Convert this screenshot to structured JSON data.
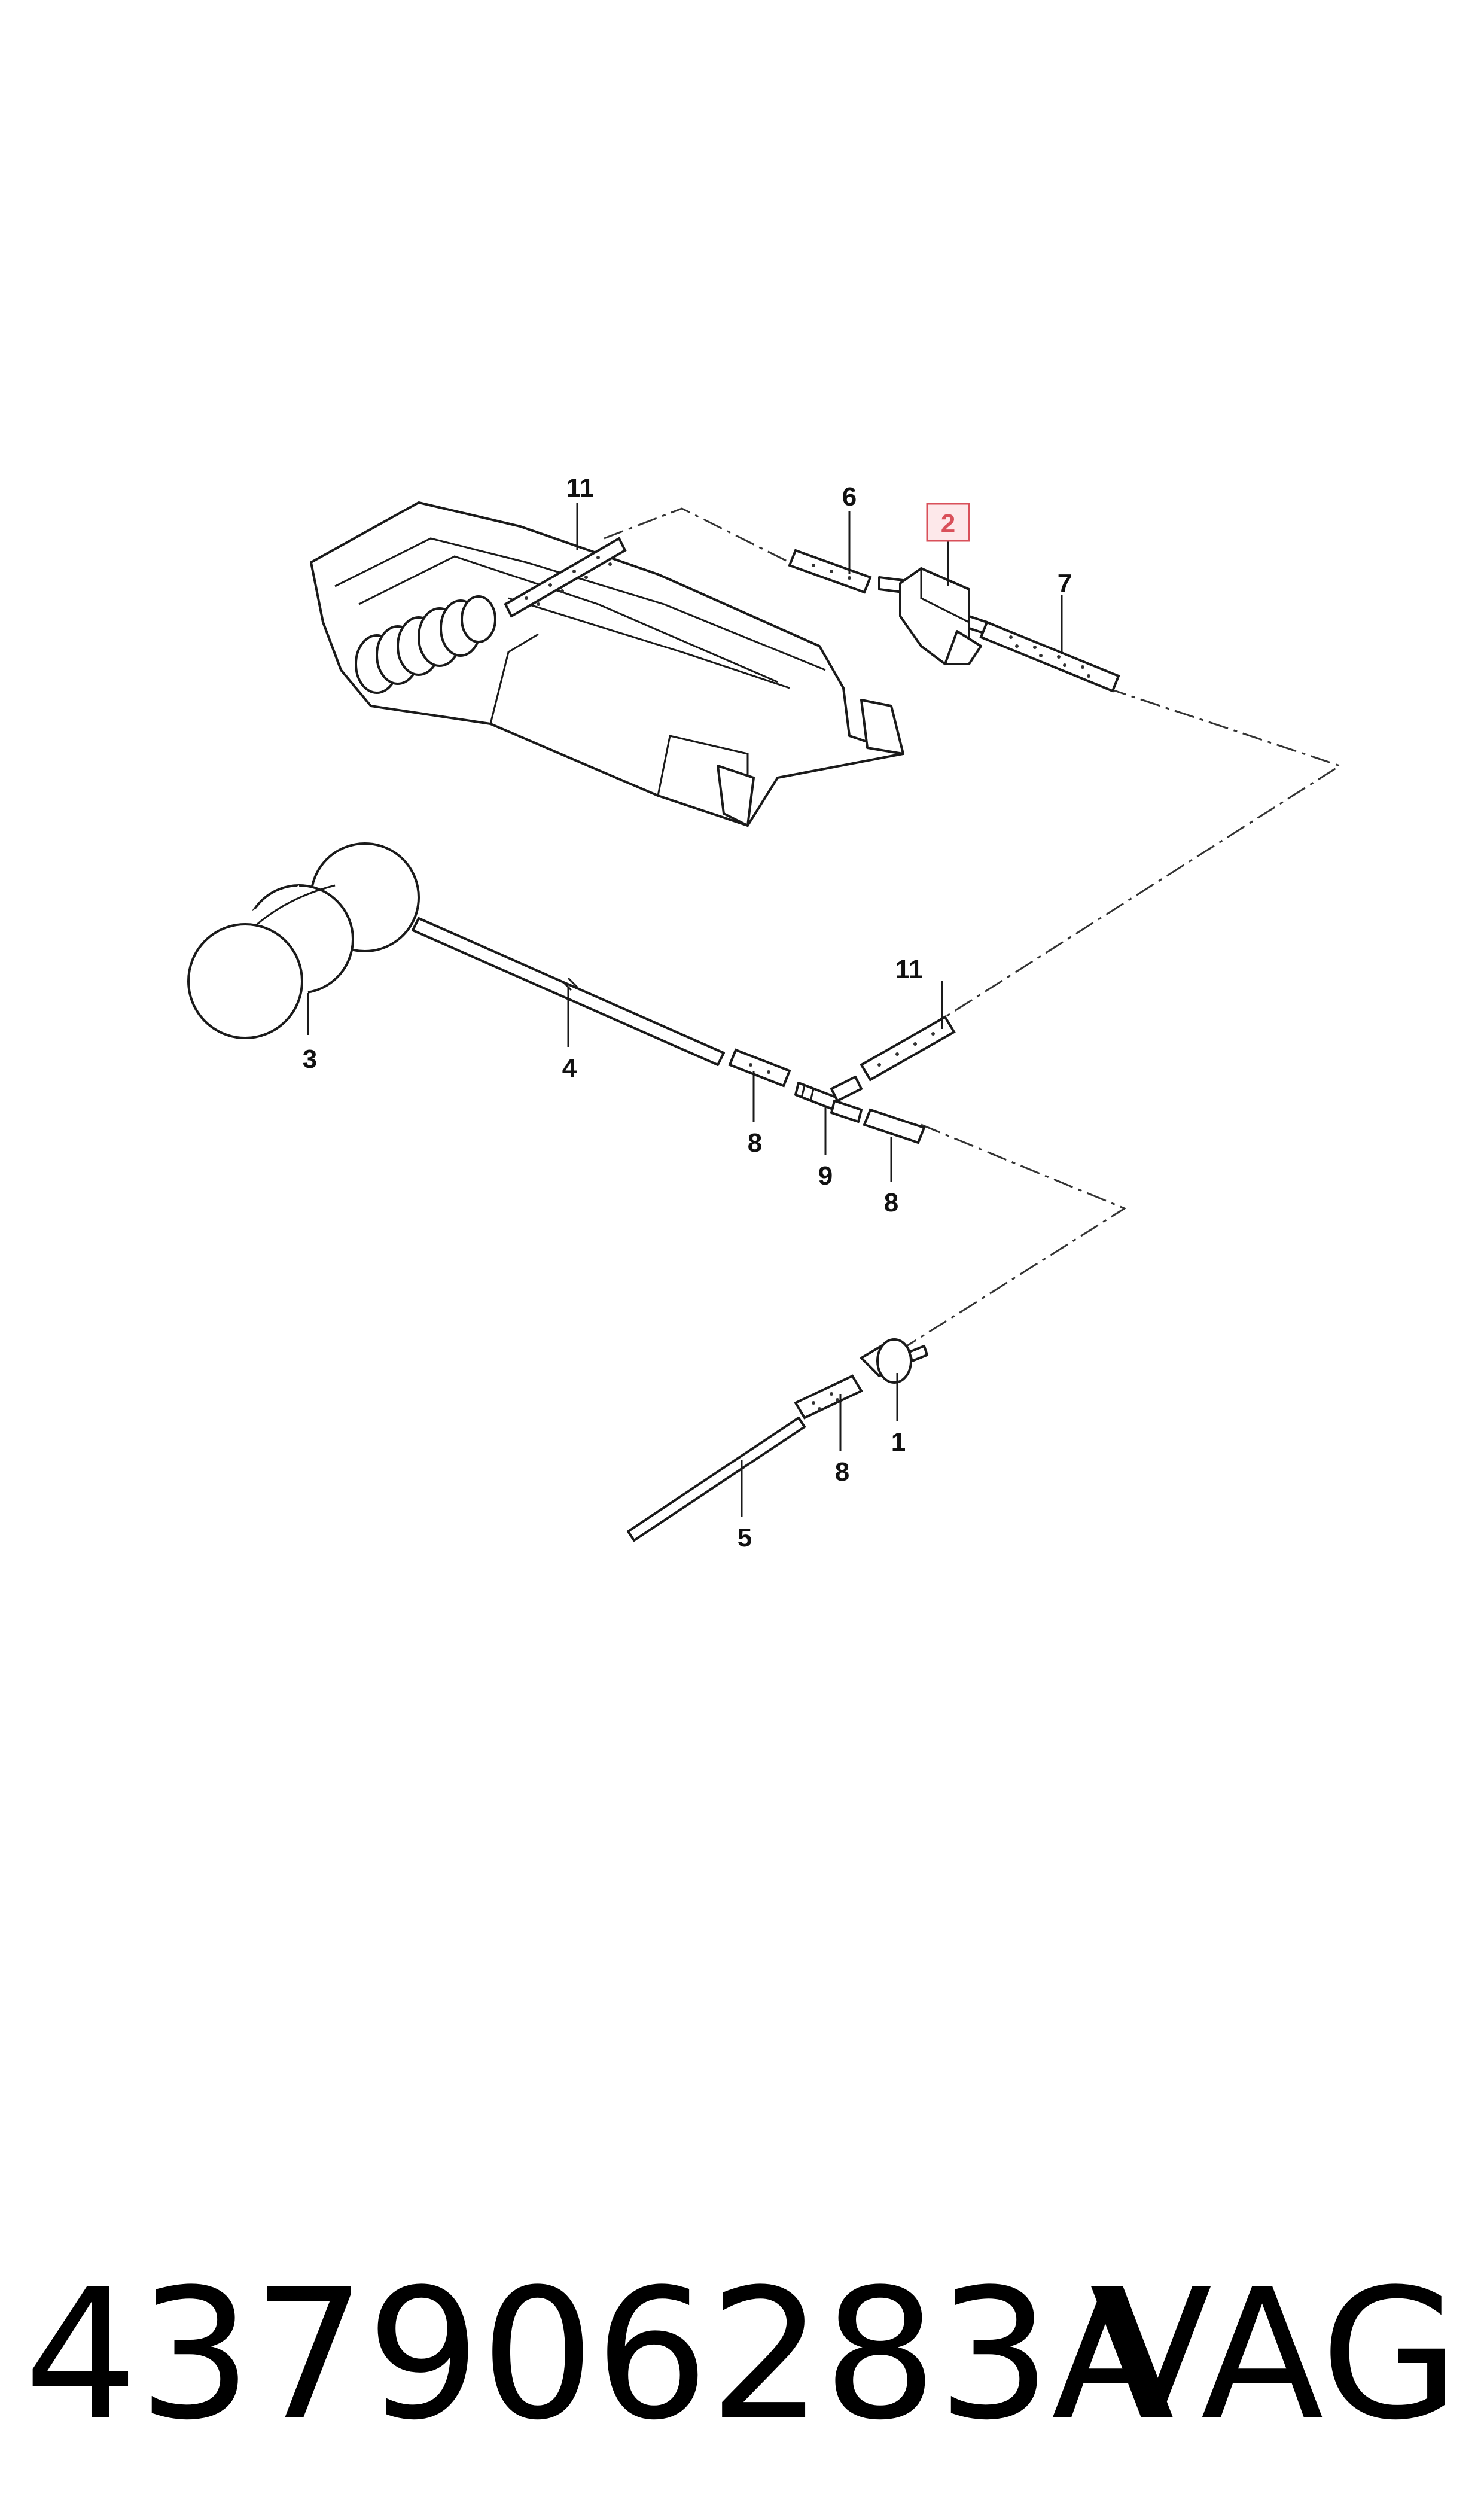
{
  "diagram": {
    "callouts": {
      "c1": "1",
      "c2": "2",
      "c3": "3",
      "c4": "4",
      "c5": "5",
      "c6": "6",
      "c7": "7",
      "c8a": "8",
      "c8b": "8",
      "c8c": "8",
      "c9": "9",
      "c11a": "11",
      "c11b": "11"
    },
    "highlight_color": "#d9505a"
  },
  "footer": {
    "part_number": "437906283A",
    "brand": "VAG"
  }
}
